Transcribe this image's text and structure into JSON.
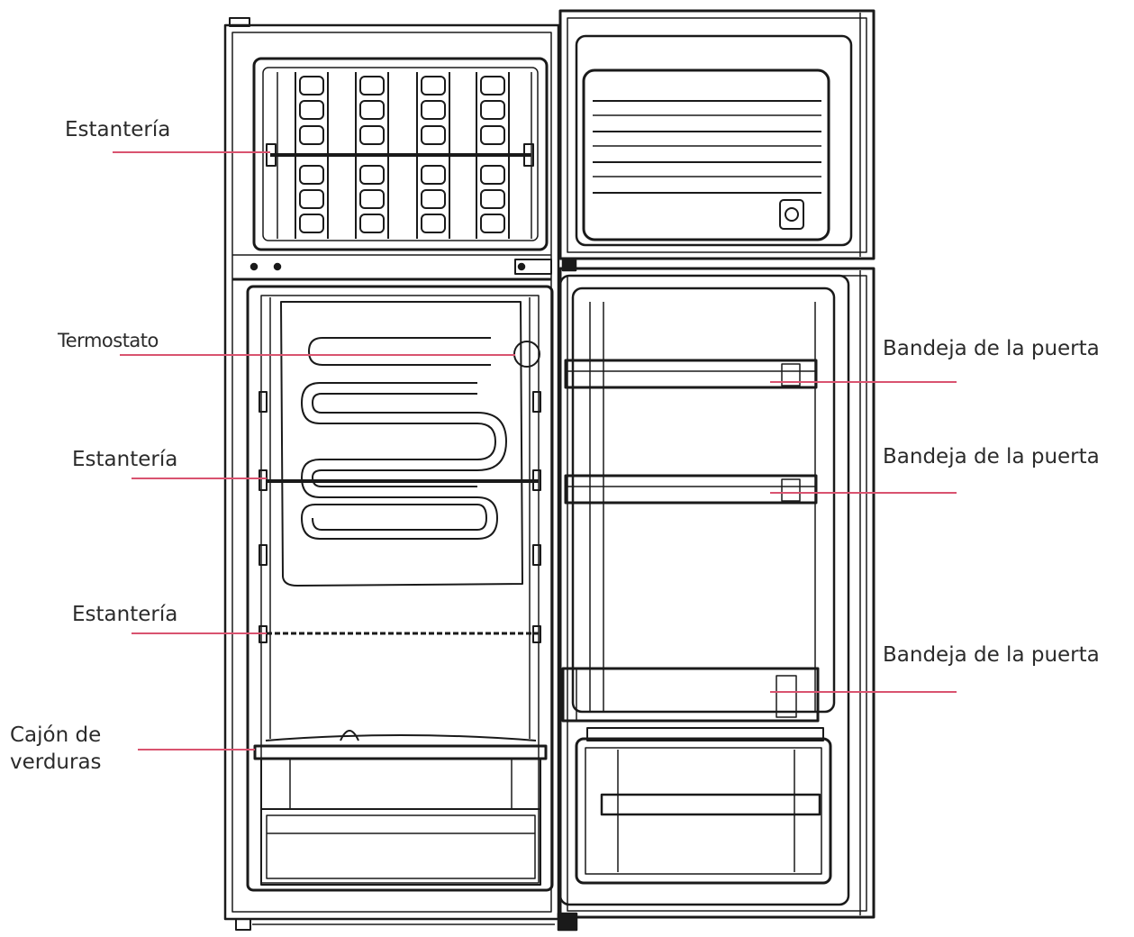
{
  "colors": {
    "line": "#1a1a1a",
    "leader": "#d9536f",
    "text": "#2b2b2b",
    "background": "#ffffff"
  },
  "labels": {
    "freezer_shelf": "Estantería",
    "thermostat": "Termostato",
    "shelf_upper": "Estantería",
    "shelf_lower": "Estantería",
    "crisper_line1": "Cajón de",
    "crisper_line2": "verduras",
    "door_tray_1": "Bandeja de la puerta",
    "door_tray_2": "Bandeja de la puerta",
    "door_tray_3": "Bandeja de la puerta"
  }
}
